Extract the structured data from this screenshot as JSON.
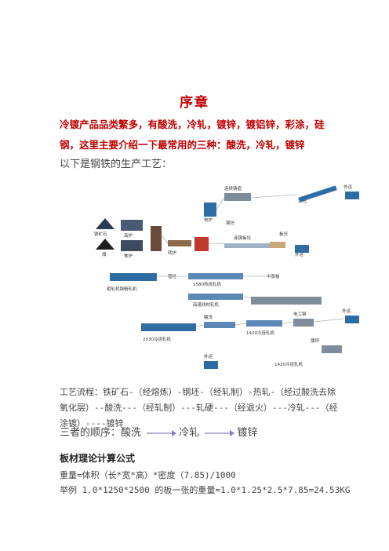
{
  "title": "序章",
  "intro_paragraph": "冷镀产品品类繁多，有酸洗，冷轧，镀锌，镀铝锌，彩涂，硅钢，这里主要介绍一下最常用的三种：酸洗，冷轧，镀锌",
  "production_intro": "以下是钢铁的生产工艺：",
  "diagram_labels": {
    "iron_ore": "铁矿石",
    "blast_furnace": "高炉",
    "coal": "煤",
    "coke_oven": "焦炉",
    "converter": "转炉",
    "electric_furnace": "电炉",
    "continuous_casting": "连续铸造",
    "billet": "钢坯",
    "slab": "板坯",
    "cast_slab": "连铸板坯",
    "export1": "外运",
    "export2": "外运",
    "export3": "外运",
    "export4": "外运",
    "rolling": "粗轧机钢精轧机",
    "tube": "管坯",
    "square": "方坯",
    "hot_strip": "1580热连轧机",
    "plate": "中厚板",
    "wire": "高速线材轧机",
    "cold_mill": "2030冷连轧机",
    "cold_mill2": "1420冷连轧机",
    "coating": "电工钢",
    "galvanize": "镀锌",
    "pickling": "酸洗"
  },
  "process_flow": "工艺流程：铁矿石-（经熔炼）-钢坯-（经轧制）-热轧-（经过酸洗去除氧化层）--酸洗---（经轧制）---轧硬---（经退火）---冷轧---（经涂镀）----镀锌",
  "order": {
    "label": "三者的顺序：",
    "step1": "酸洗",
    "step2": "冷轧",
    "step3": "镀锌"
  },
  "formula_heading": "板材理论计算公式",
  "formula_line": "重量=体积（长*宽*高）*密度（7.85)/1000",
  "example_line": "举例 1.0*1250*2500 的板一张的重量=1.0*1.25*2.5*7.85=24.53KG",
  "colors": {
    "title_red": "#c00000",
    "diagram_blue": "#2e6da4",
    "diagram_gray": "#7f8c99",
    "arrow_purple": "#8e7cc3"
  }
}
